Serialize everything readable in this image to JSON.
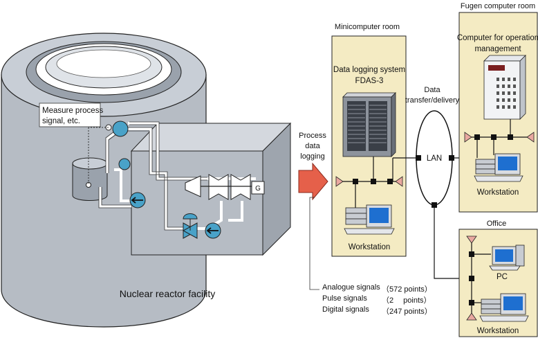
{
  "labels": {
    "measure_line1": "Measure process",
    "measure_line2": "signal, etc.",
    "reactor_facility": "Nuclear reactor facility",
    "generator": "G",
    "process_line1": "Process",
    "process_line2": "data",
    "process_line3": "logging",
    "minicomputer_room": "Minicomputer room",
    "fdas_line1": "Data logging system",
    "fdas_line2": "FDAS-3",
    "workstation_mini": "Workstation",
    "data_transfer_line1": "Data",
    "data_transfer_line2": "transfer/delivery",
    "lan": "LAN",
    "fugen_room": "Fugen computer room",
    "ops_line1": "Computer for operation",
    "ops_line2": "management",
    "workstation_fugen": "Workstation",
    "office": "Office",
    "pc": "PC",
    "workstation_office": "Workstation"
  },
  "signals": [
    {
      "name": "Analogue signals",
      "count": "（572 points）"
    },
    {
      "name": "Pulse signals",
      "count": "（2　 points）"
    },
    {
      "name": "Digital signals",
      "count": "（247 points）"
    }
  ],
  "colors": {
    "room_fill": "#f4ebc3",
    "reactor_fill": "#b6bcc4",
    "valve_blue": "#49a2c8",
    "arrow_red": "#e5604a",
    "terminator_pink": "#e9a8a0"
  }
}
